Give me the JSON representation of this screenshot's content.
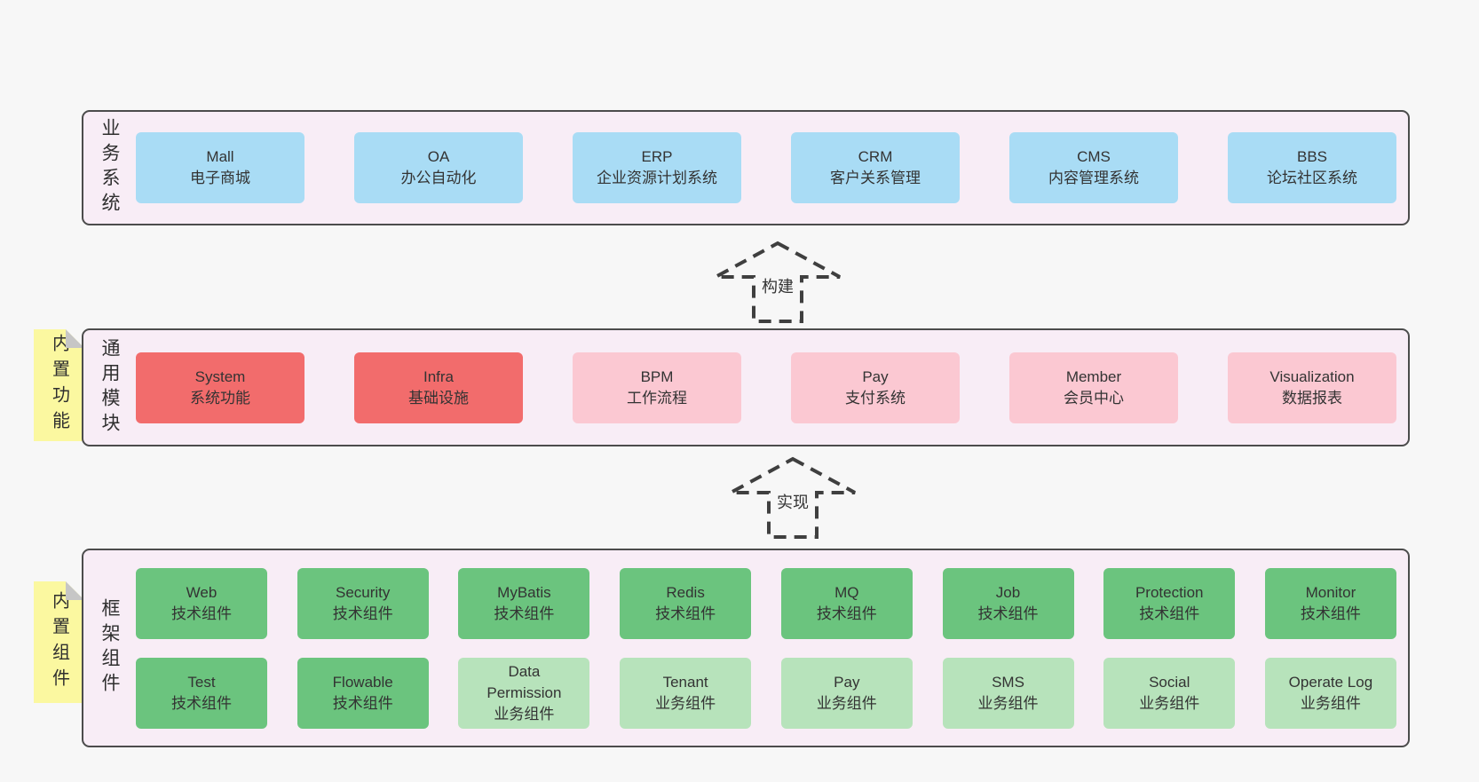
{
  "sections": {
    "business": {
      "label": "业务系统",
      "items": [
        {
          "en": "Mall",
          "zh": "电子商城"
        },
        {
          "en": "OA",
          "zh": "办公自动化"
        },
        {
          "en": "ERP",
          "zh": "企业资源计划系统"
        },
        {
          "en": "CRM",
          "zh": "客户关系管理"
        },
        {
          "en": "CMS",
          "zh": "内容管理系统"
        },
        {
          "en": "BBS",
          "zh": "论坛社区系统"
        }
      ]
    },
    "modules": {
      "label": "通用模块",
      "sticky": "内置功能",
      "items": [
        {
          "en": "System",
          "zh": "系统功能"
        },
        {
          "en": "Infra",
          "zh": "基础设施"
        },
        {
          "en": "BPM",
          "zh": "工作流程"
        },
        {
          "en": "Pay",
          "zh": "支付系统"
        },
        {
          "en": "Member",
          "zh": "会员中心"
        },
        {
          "en": "Visualization",
          "zh": "数据报表"
        }
      ]
    },
    "framework": {
      "label": "框架组件",
      "sticky": "内置组件",
      "row1": [
        {
          "en": "Web",
          "zh": "技术组件"
        },
        {
          "en": "Security",
          "zh": "技术组件"
        },
        {
          "en": "MyBatis",
          "zh": "技术组件"
        },
        {
          "en": "Redis",
          "zh": "技术组件"
        },
        {
          "en": "MQ",
          "zh": "技术组件"
        },
        {
          "en": "Job",
          "zh": "技术组件"
        },
        {
          "en": "Protection",
          "zh": "技术组件"
        },
        {
          "en": "Monitor",
          "zh": "技术组件"
        }
      ],
      "row2": [
        {
          "en": "Test",
          "zh": "技术组件"
        },
        {
          "en": "Flowable",
          "zh": "技术组件"
        },
        {
          "en": "Data Permission",
          "zh": "业务组件"
        },
        {
          "en": "Tenant",
          "zh": "业务组件"
        },
        {
          "en": "Pay",
          "zh": "业务组件"
        },
        {
          "en": "SMS",
          "zh": "业务组件"
        },
        {
          "en": "Social",
          "zh": "业务组件"
        },
        {
          "en": "Operate Log",
          "zh": "业务组件"
        }
      ]
    }
  },
  "arrows": [
    {
      "label": "构建"
    },
    {
      "label": "实现"
    }
  ],
  "colors": {
    "canvas_bg": "#f7f7f7",
    "panel_bg": "#f8edf6",
    "panel_border": "#4c4c4c",
    "business_box": "#a9dcf5",
    "core_module_box": "#f26c6c",
    "optional_module_box": "#fbc8d2",
    "tech_component_box": "#6bc47e",
    "biz_component_box": "#b7e3bb",
    "sticky_note": "#fbf8a0",
    "sticky_fold": "#c6c6c6",
    "text": "#333333"
  }
}
